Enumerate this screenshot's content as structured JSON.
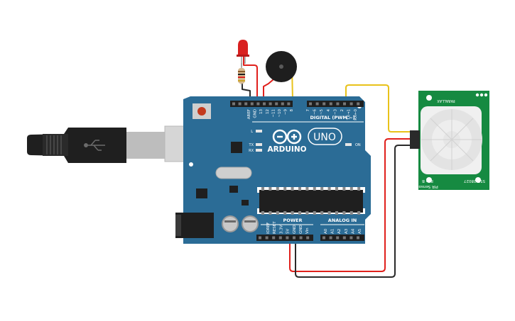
{
  "board": {
    "brand": "ARDUINO",
    "model": "UNO",
    "digital_header": "DIGITAL (PWM ~)",
    "power_header": "POWER",
    "analog_header": "ANALOG IN",
    "led_l": "L",
    "led_tx": "TX",
    "led_rx": "RX",
    "led_on": "ON",
    "digital_pins": [
      "AREF",
      "GND",
      "13",
      "12",
      "~11",
      "~10",
      "~9",
      "8",
      "7",
      "~6",
      "~5",
      "4",
      "~3",
      "2",
      "TX→1",
      "RX←0"
    ],
    "power_pins": [
      "IOREF",
      "RESET",
      "3.3V",
      "5V",
      "GND",
      "GND",
      "Vin"
    ],
    "analog_pins": [
      "A0",
      "A1",
      "A2",
      "A3",
      "A4",
      "A5"
    ]
  },
  "pir": {
    "brand": "PARALLAX",
    "line1": "PIR Sensor",
    "line2": "Rev B",
    "part": "555-28027"
  },
  "colors": {
    "board": "#2b6c96",
    "pir_board": "#168a41",
    "wire_red": "#e0201c",
    "wire_black": "#2a2a2a",
    "wire_yellow": "#e8c21a",
    "led": "#d9201f"
  }
}
